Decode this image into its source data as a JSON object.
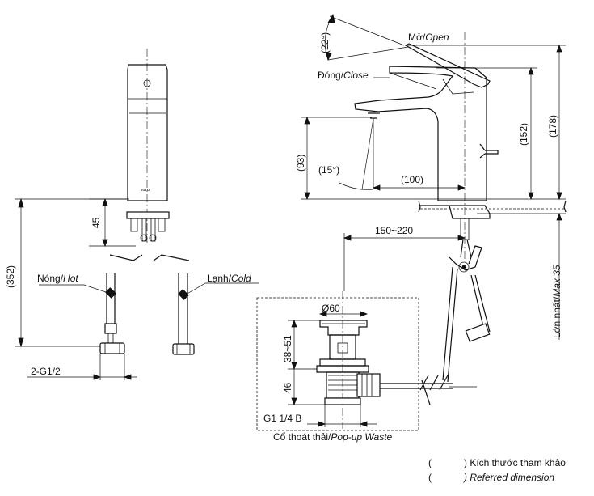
{
  "labels": {
    "hot_vi": "Nóng/",
    "hot_en": "Hot",
    "cold_vi": "Lạnh/",
    "cold_en": "Cold",
    "open_vi": "Mở/",
    "open_en": "Open",
    "close_vi": "Đóng/",
    "close_en": "Close",
    "max_vi": "Lớn nhất/",
    "max_en": "Max 35",
    "popup_vi": "Cổ thoát thải/",
    "popup_en": "Pop-up Waste",
    "thread_supply": "2-G1/2",
    "thread_waste": "G1 1/4 B",
    "brand": "TOTO"
  },
  "dimensions": {
    "d352": "(352)",
    "d45": "45",
    "d22": "(22°)",
    "d15": "(15°)",
    "d93": "(93)",
    "d100": "(100)",
    "d152": "(152)",
    "d178": "(178)",
    "d150_220": "150~220",
    "d60": "Ø60",
    "d38_51": "38~51",
    "d46": "46"
  },
  "legend": {
    "paren": "(",
    "ref_vi": ") Kích thước tham khảo",
    "ref_en": ") Referred dimension"
  }
}
